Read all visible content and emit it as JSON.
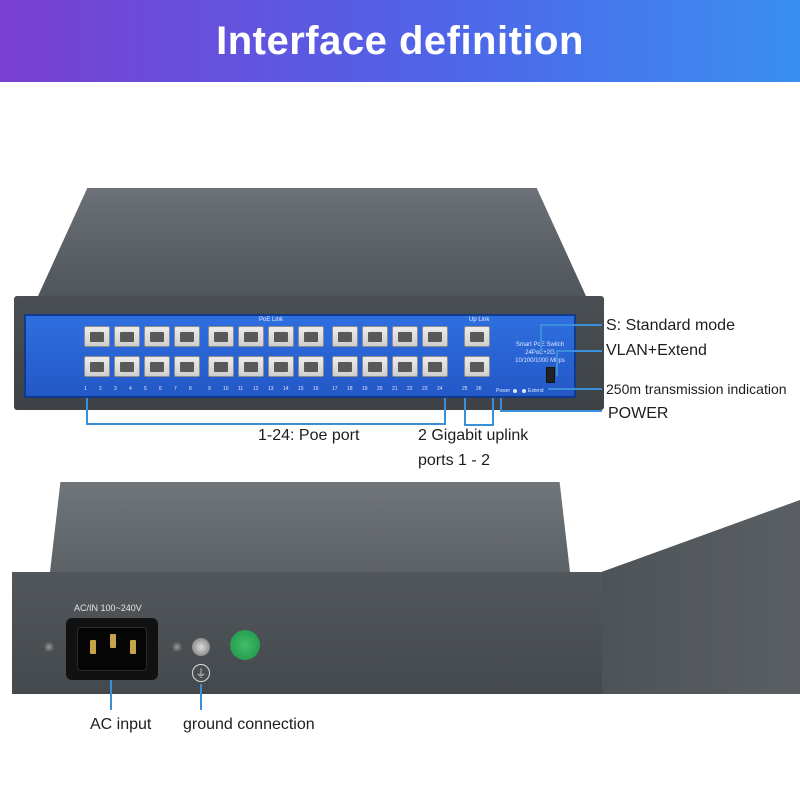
{
  "banner": {
    "title": "Interface definition"
  },
  "front_panel": {
    "poe_link_label": "PoE Link",
    "uplink_label": "Up Link",
    "port_labels": [
      "1",
      "2",
      "3",
      "4",
      "5",
      "6",
      "7",
      "8",
      "9",
      "10",
      "11",
      "12",
      "13",
      "14",
      "15",
      "16",
      "17",
      "18",
      "19",
      "20",
      "21",
      "22",
      "23",
      "24"
    ],
    "uplink_port_labels": [
      "25",
      "26"
    ],
    "brand_line1": "Smart PoE Switch",
    "brand_line2": "24PoE+2G",
    "brand_line3": "10/100/1000 Mbps",
    "power_label": "Power",
    "extend_label": "Extend"
  },
  "callouts": {
    "standard_mode": "S: Standard mode",
    "vlan_extend": "VLAN+Extend",
    "transmission": "250m transmission indication",
    "power": "POWER",
    "poe_port": "1-24: Poe port",
    "uplink_line1": "2 Gigabit uplink",
    "uplink_line2": "ports 1 - 2",
    "ac_input": "AC input",
    "ground": "ground connection"
  },
  "back_panel": {
    "ac_label": "AC/IN 100~240V"
  },
  "colors": {
    "banner_start": "#7a3fd1",
    "banner_end": "#3a8ff0",
    "panel_blue": "#2563d6",
    "callout_line": "#3b8fd9"
  }
}
